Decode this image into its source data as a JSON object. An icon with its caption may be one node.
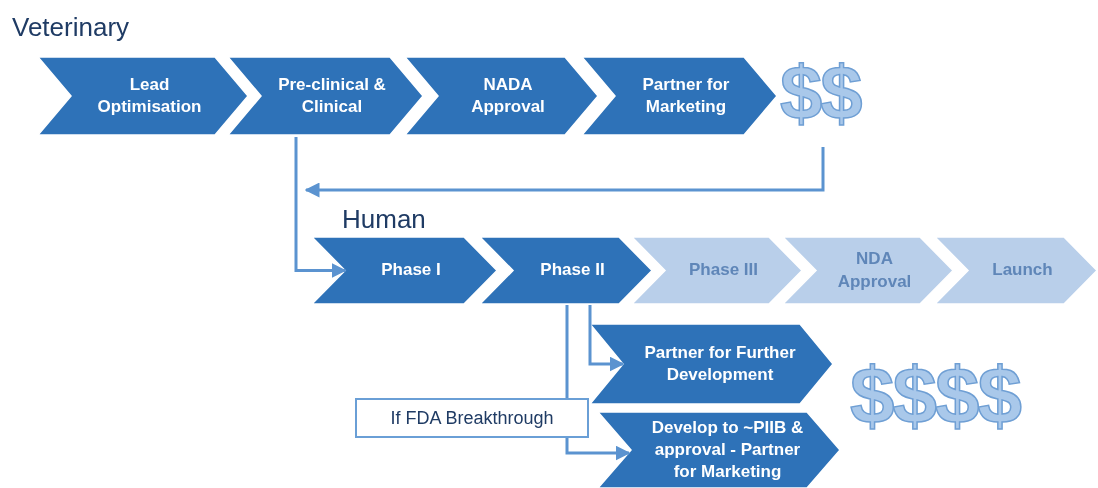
{
  "diagram": {
    "nodes": [
      {
        "text": [
          "Lead Optimisation"
        ]
      },
      {
        "text": [
          "Pre-clinical & Clinical"
        ]
      },
      {
        "text": [
          "NADA Approval"
        ]
      },
      {
        "text": [
          "Partner for Marketing"
        ]
      },
      {
        "text": [
          "$$"
        ]
      },
      {
        "text": [
          "Phase I"
        ]
      },
      {
        "text": [
          "Phase II"
        ]
      },
      {
        "text": [
          "Phase III"
        ]
      },
      {
        "text": [
          "NDA Approval"
        ]
      },
      {
        "text": [
          "Launch"
        ]
      },
      {
        "text": [
          "Partner for Further Development"
        ]
      },
      {
        "text": [
          "Develop to ~PIIB & approval - Partner for Marketing"
        ]
      },
      {
        "text": [
          "$$$$"
        ]
      }
    ],
    "edges": [
      {
        "from": 4,
        "to": null,
        "arrow": "to"
      },
      {
        "from": 1,
        "to": 5,
        "arrow": "to"
      },
      {
        "from": 6,
        "to": 10,
        "arrow": "to"
      },
      {
        "from": 6,
        "to": 11,
        "arrow": "to",
        "label": "If FDA Breakthrough"
      }
    ],
    "labels": [
      "Veterinary",
      "Human"
    ]
  }
}
